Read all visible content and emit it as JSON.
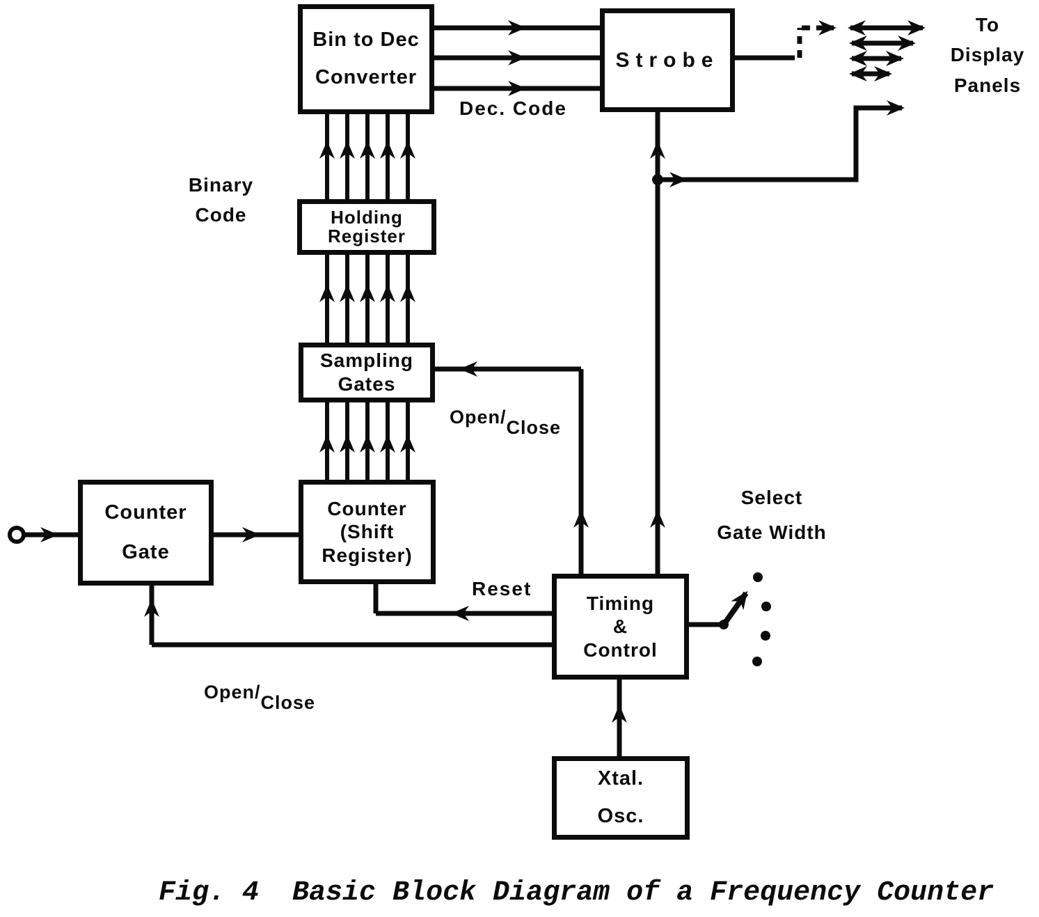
{
  "diagram": {
    "blocks": {
      "bin2dec": "Bin to Dec\nConverter",
      "strobe": "Strobe",
      "holding_register": "Holding\nRegister",
      "sampling_gates": "Sampling\nGates",
      "counter_gate": "Counter\nGate",
      "counter_shift": "Counter\n(Shift\nRegister)",
      "timing_control": "Timing\n&\nControl",
      "xtal_osc": "Xtal.\nOsc."
    },
    "labels": {
      "binary_code": "Binary\nCode",
      "dec_code": "Dec. Code",
      "to_display_panels": "To\nDisplay\nPanels",
      "select_gate_width": "Select\nGate Width",
      "reset": "Reset",
      "open_close_top": {
        "upper": "Open/",
        "lower": "Close"
      },
      "open_close_bottom": {
        "upper": "Open/",
        "lower": "Close"
      }
    },
    "caption": "Fig. 4  Basic Block Diagram of a Frequency Counter",
    "colors": {
      "ink": "#0c0c0c",
      "paper": "#ffffff"
    }
  }
}
